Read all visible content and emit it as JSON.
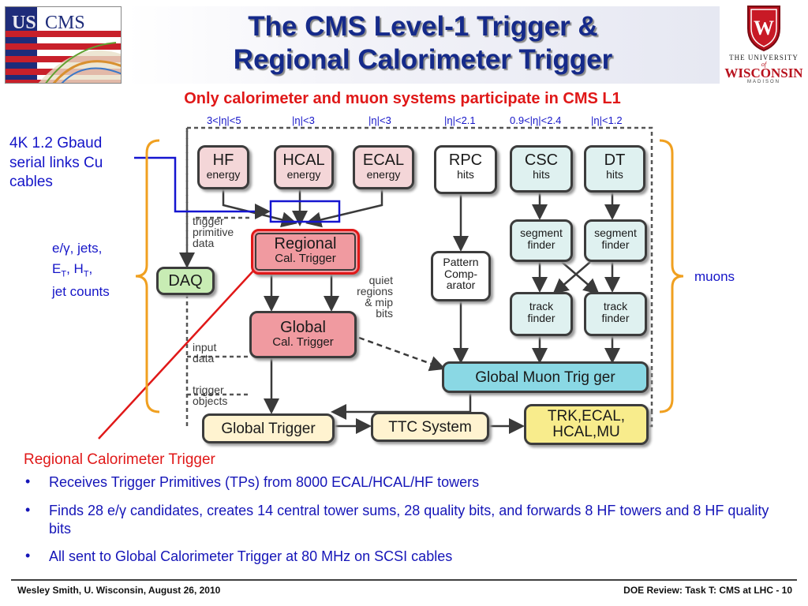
{
  "header": {
    "title_line1": "The CMS Level-1 Trigger &",
    "title_line2": "Regional Calorimeter Trigger",
    "subtitle": "Only calorimeter and muon systems participate in CMS L1",
    "left_logo_text": "USCMS",
    "right_logo_line1": "THE UNIVERSITY",
    "right_logo_of": "of",
    "right_logo_line2": "WISCONSIN",
    "right_logo_line3": "MADISON",
    "shield_letter": "W"
  },
  "eta_ranges": [
    "3<|η|<5",
    "|η|<3",
    "|η|<3",
    "|η|<2.1",
    "0.9<|η|<2.4",
    "|η|<1.2"
  ],
  "annotations": {
    "links_line1": "4K 1.2 Gbaud",
    "links_line2": "serial links Cu",
    "links_line3": "cables",
    "calo_line1": "e/γ, jets,",
    "calo_line2": "E",
    "calo_line2_sub1": "T",
    "calo_line2_mid": ", H",
    "calo_line2_sub2": "T",
    "calo_line2_end": ",",
    "calo_line3": "jet counts",
    "muons": "muons"
  },
  "diagram": {
    "hf": {
      "top": "HF",
      "bottom": "energy"
    },
    "hcal": {
      "top": "HCAL",
      "bottom": "energy"
    },
    "ecal": {
      "top": "ECAL",
      "bottom": "energy"
    },
    "rpc": {
      "top": "RPC",
      "bottom": "hits"
    },
    "csc": {
      "top": "CSC",
      "bottom": "hits"
    },
    "dt": {
      "top": "DT",
      "bottom": "hits"
    },
    "rct": {
      "top": "Regional",
      "bottom": "Cal. Trigger"
    },
    "gct": {
      "top": "Global",
      "bottom": "Cal. Trigger"
    },
    "daq": "DAQ",
    "pattern": {
      "line1": "Pattern",
      "line2": "Comp-",
      "line3": "arator"
    },
    "segment1": {
      "line1": "segment",
      "line2": "finder"
    },
    "segment2": {
      "line1": "segment",
      "line2": "finder"
    },
    "track1": {
      "line1": "track",
      "line2": "finder"
    },
    "track2": {
      "line1": "track",
      "line2": "finder"
    },
    "gmt": "Global Muon  Trig ger",
    "gt": "Global Trigger",
    "ttc": "TTC System",
    "subsystems": {
      "line1": "TRK,ECAL,",
      "line2": "HCAL,MU"
    },
    "tp_label": {
      "line1": "trigger",
      "line2": "primitive",
      "line3": "data"
    },
    "input_label": {
      "line1": "input",
      "line2": "data"
    },
    "objects_label": {
      "line1": "trigger",
      "line2": "objects"
    },
    "quiet_label": {
      "line1": "quiet",
      "line2": "regions",
      "line3": "& mip",
      "line4": "bits"
    }
  },
  "body": {
    "heading": "Regional Calorimeter Trigger",
    "bullets": [
      "Receives Trigger Primitives (TPs) from 8000 ECAL/HCAL/HF towers",
      "Finds 28 e/γ candidates, creates 14 central tower sums, 28 quality bits, and forwards 8 HF towers and 8 HF quality bits",
      "All sent to Global Calorimeter Trigger at 80 MHz on SCSI cables"
    ],
    "bullet_char": "•"
  },
  "footer": {
    "left": "Wesley Smith, U. Wisconsin, August 26, 2010",
    "right": "DOE Review: Task T: CMS at LHC -  10"
  }
}
